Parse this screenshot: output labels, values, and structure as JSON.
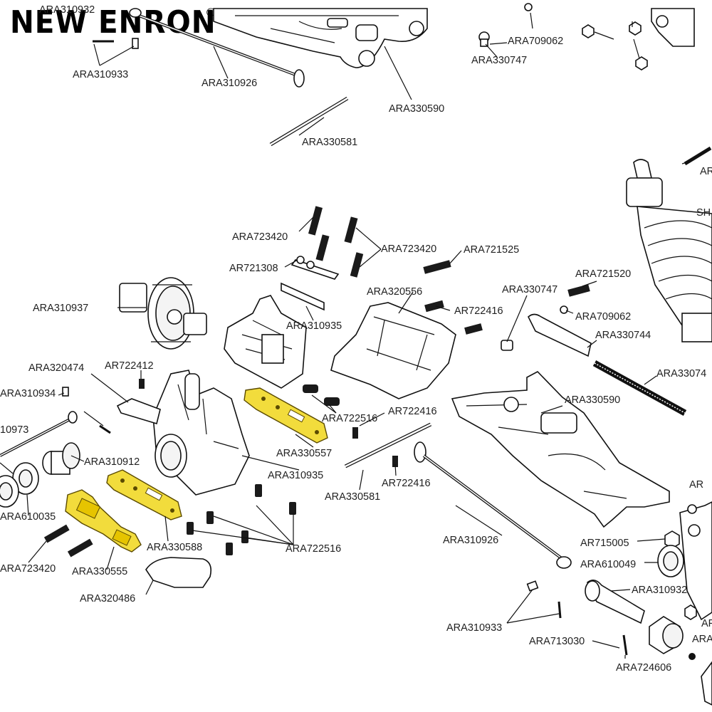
{
  "brand": {
    "logo_text": "NEW ENRON",
    "registered": "®"
  },
  "labels": {
    "l01": "ARA310932",
    "l02": "ARA310933",
    "l03": "ARA310926",
    "l04": "ARA330590",
    "l05": "ARA709062",
    "l06": "ARA330747",
    "l07": "ARA330581",
    "l08": "ARA723420",
    "l09": "ARA723420",
    "l10": "ARA721525",
    "l11": "AR721308",
    "l12": "ARA310937",
    "l13": "ARA320556",
    "l14": "ARA330747",
    "l15": "ARA721520",
    "l16": "AR722416",
    "l17": "ARA709062",
    "l18": "ARA310935",
    "l19": "ARA330744",
    "l20": "ARA320474",
    "l21": "AR722412",
    "l22": "ARA310934",
    "l23": "ARA722516",
    "l24": "AR722416",
    "l25": "ARA33074",
    "l26": "ARA330590",
    "l27": "ARA330557",
    "l28": "10973",
    "l29": "ARA310912",
    "l30": "ARA310935",
    "l31": "AR722416",
    "l32": "ARA330581",
    "l33": "ARA610035",
    "l34": "ARA330588",
    "l35": "ARA722516",
    "l36": "ARA723420",
    "l37": "ARA330555",
    "l38": "ARA320486",
    "l39": "ARA310926",
    "l40": "AR715005",
    "l41": "ARA610049",
    "l42": "ARA310932",
    "l43": "ARA310933",
    "l44": "ARA713030",
    "l45": "ARA724606",
    "l46": "SH",
    "l47": "AR",
    "l48": "AR",
    "l49": "AF",
    "l50": "ARA"
  }
}
